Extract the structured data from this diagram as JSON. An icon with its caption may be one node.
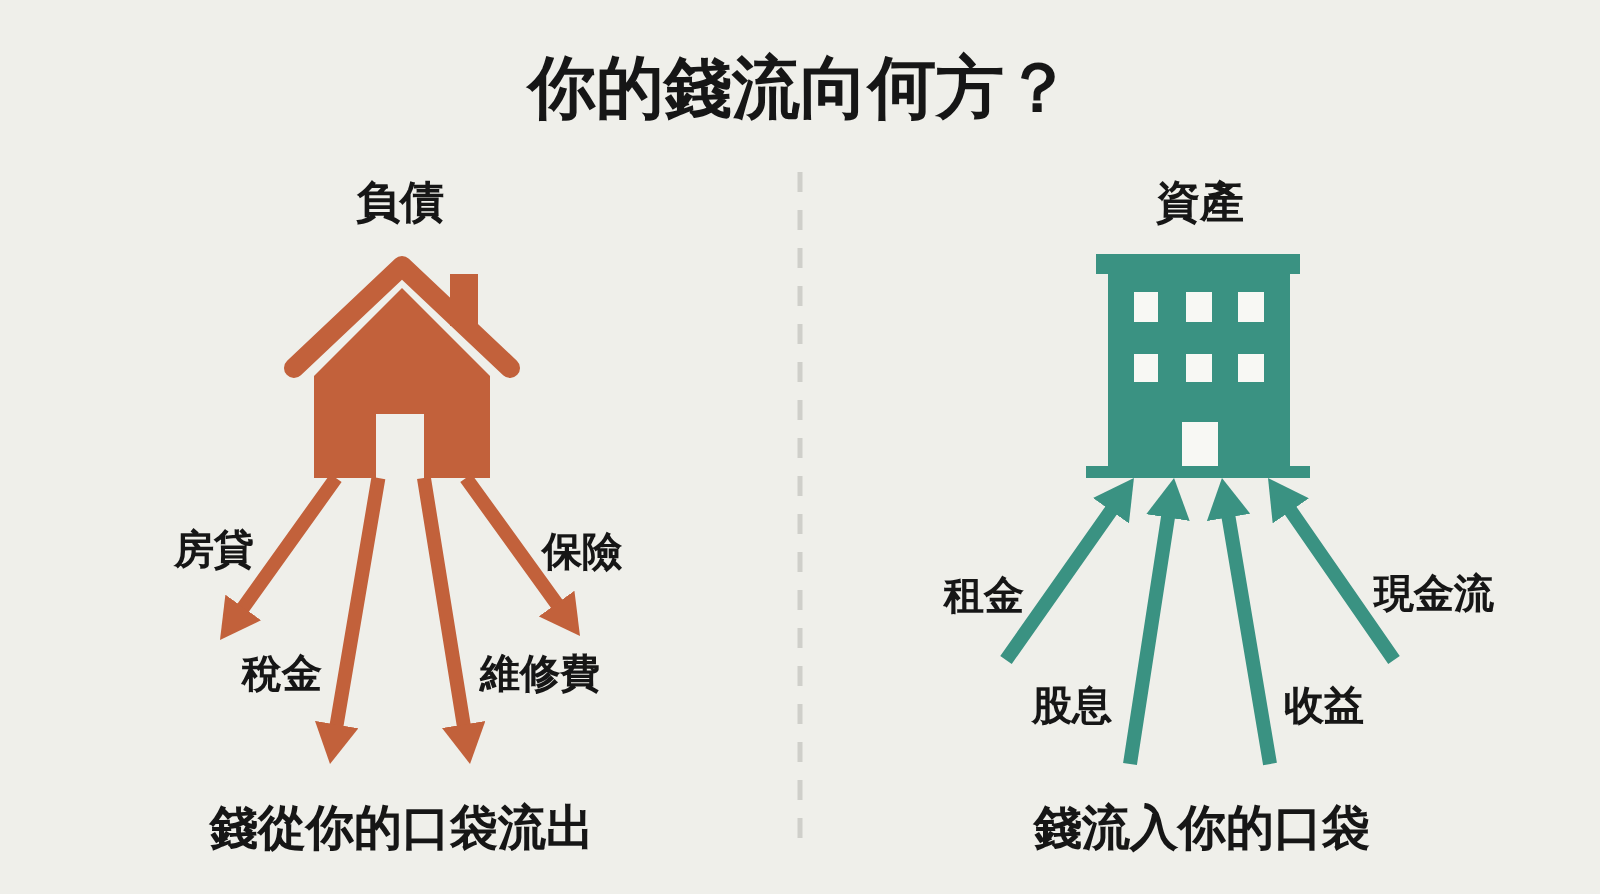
{
  "diagram": {
    "title": "你的錢流向何方？",
    "nodes": [
      {
        "text": [],
        "shape": "picture",
        "beside": [
          "負債"
        ]
      },
      {
        "text": [],
        "shape": "picture",
        "beside": [
          "資產"
        ]
      }
    ],
    "edges": [
      {
        "from": 0,
        "to": null,
        "arrow": "to",
        "label": "房貸",
        "color": "#c2613b"
      },
      {
        "from": 0,
        "to": null,
        "arrow": "to",
        "label": "稅金",
        "color": "#c2613b"
      },
      {
        "from": 0,
        "to": null,
        "arrow": "to",
        "label": "維修費",
        "color": "#c2613b"
      },
      {
        "from": 0,
        "to": null,
        "arrow": "to",
        "label": "保險",
        "color": "#c2613b"
      },
      {
        "from": null,
        "to": 1,
        "arrow": "to",
        "label": "租金",
        "color": "#3a9282"
      },
      {
        "from": null,
        "to": 1,
        "arrow": "to",
        "label": "股息",
        "color": "#3a9282"
      },
      {
        "from": null,
        "to": 1,
        "arrow": "to",
        "label": "收益",
        "color": "#3a9282"
      },
      {
        "from": null,
        "to": 1,
        "arrow": "to",
        "label": "現金流",
        "color": "#3a9282"
      }
    ],
    "labels": [
      "錢從你的口袋流出",
      "錢流入你的口袋"
    ]
  }
}
